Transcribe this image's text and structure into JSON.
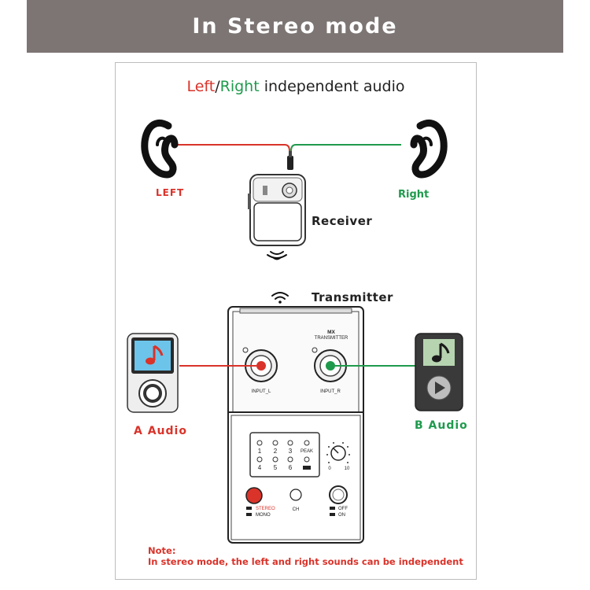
{
  "header": {
    "title": "In Stereo mode"
  },
  "headline": {
    "left": "Left",
    "slash": "/",
    "right": "Right",
    "rest": " independent audio"
  },
  "labels": {
    "left": "LEFT",
    "right": "Right",
    "receiver": "Receiver",
    "transmitter": "Transmitter",
    "a_audio": "A Audio",
    "b_audio": "B Audio"
  },
  "transmitter_panel": {
    "model_line1": "MX",
    "model_line2": "TRANSMITTER",
    "input_l": "INPUT_L",
    "input_r": "INPUT_R",
    "channels_row1": [
      "1",
      "2",
      "3"
    ],
    "channels_row2": [
      "4",
      "5",
      "6"
    ],
    "peak": "PEAK",
    "knob_min": "0",
    "knob_max": "10",
    "stereo": "STEREO",
    "mono": "MONO",
    "ch": "CH",
    "off": "OFF",
    "on": "ON"
  },
  "note": {
    "title": "Note:",
    "text": "In stereo mode, the left and right sounds can be independent"
  },
  "colors": {
    "left": "#d9332a",
    "right": "#1f9a4d",
    "banner": "#7c7573"
  },
  "icons": [
    "ear-icon",
    "wifi-icon",
    "music-note-icon",
    "play-icon"
  ]
}
